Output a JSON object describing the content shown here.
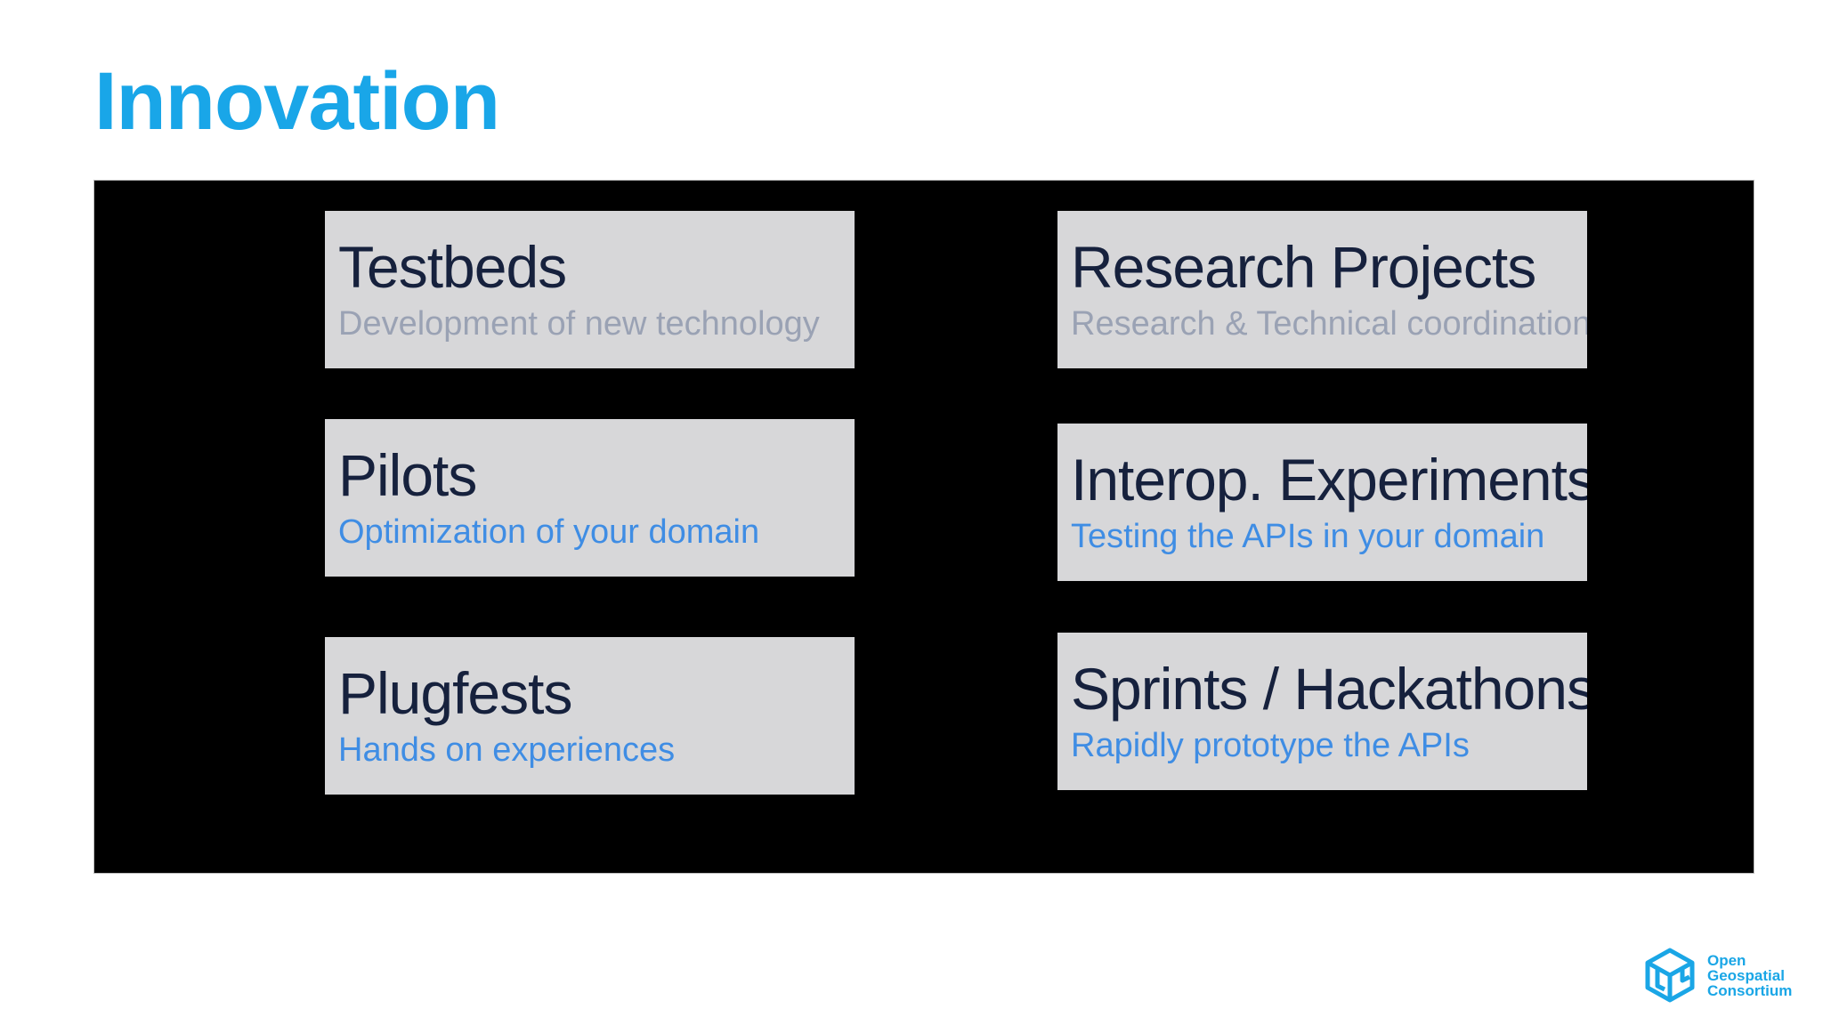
{
  "slide": {
    "title": "Innovation",
    "title_color": "#19a6e8"
  },
  "cards": [
    {
      "title": "Testbeds",
      "subtitle": "Development of new technology",
      "subtitle_color": "#9aa2b4"
    },
    {
      "title": "Research Projects",
      "subtitle": "Research & Technical coordination",
      "subtitle_color": "#9aa2b4"
    },
    {
      "title": "Pilots",
      "subtitle": "Optimization of your domain",
      "subtitle_color": "#3f8de4"
    },
    {
      "title": "Interop. Experiments",
      "subtitle": "Testing the APIs in your domain",
      "subtitle_color": "#3f8de4"
    },
    {
      "title": "Plugfests",
      "subtitle": "Hands on experiences",
      "subtitle_color": "#3f8de4"
    },
    {
      "title": "Sprints / Hackathons",
      "subtitle": "Rapidly prototype the APIs",
      "subtitle_color": "#3f8de4"
    }
  ],
  "logo": {
    "icon": "ogc-logo-icon",
    "lines": [
      "Open",
      "Geospatial",
      "Consortium"
    ],
    "color": "#1aa6e6"
  }
}
